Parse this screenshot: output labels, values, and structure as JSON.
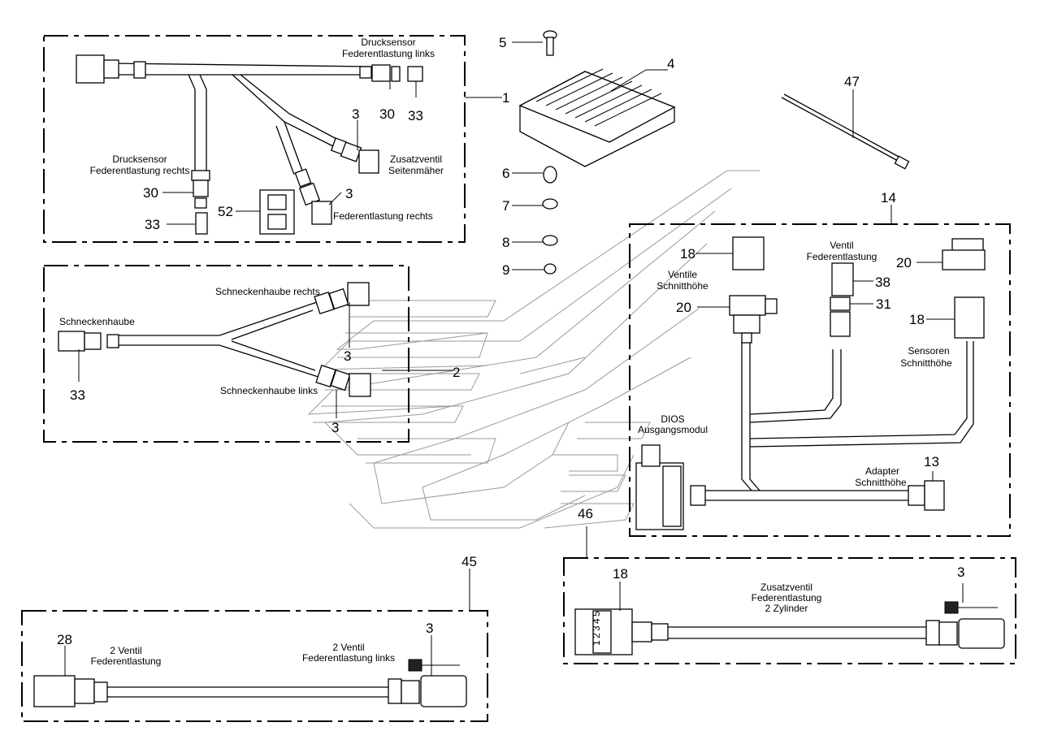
{
  "labels": {
    "drucksensor_links": [
      "Drucksensor",
      "Federentlastung links"
    ],
    "drucksensor_rechts": [
      "Drucksensor",
      "Federentlastung rechts"
    ],
    "zusatzventil_seitenmaeher": [
      "Zusatzventil",
      "Seitenmäher"
    ],
    "federentlastung_rechts": "Federentlastung rechts",
    "schneckenhaube_rechts": "Schneckenhaube rechts",
    "schneckenhaube": "Schneckenhaube",
    "schneckenhaube_links": "Schneckenhaube links",
    "ventile_schnitthoehe": [
      "Ventile",
      "Schnitthöhe"
    ],
    "ventil_federentlastung": [
      "Ventil",
      "Federentlastung"
    ],
    "sensoren_schnitthoehe": [
      "Sensoren",
      "Schnitthöhe"
    ],
    "dios_ausgangsmodul": [
      "DIOS",
      "Ausgangsmodul"
    ],
    "adapter_schnitthoehe": [
      "Adapter",
      "Schnitthöhe"
    ],
    "zusatzventil_2zylinder": [
      "Zusatzventil",
      "Federentlastung",
      "2 Zylinder"
    ],
    "zwei_ventil_federentlastung": [
      "2 Ventil",
      "Federentlastung"
    ],
    "zwei_ventil_federentlastung_links": [
      "2 Ventil",
      "Federentlastung links"
    ]
  },
  "part_numbers": {
    "n1": "1",
    "n2": "2",
    "n3": "3",
    "n4": "4",
    "n5": "5",
    "n6": "6",
    "n7": "7",
    "n8": "8",
    "n9": "9",
    "n13": "13",
    "n14": "14",
    "n18": "18",
    "n20": "20",
    "n28": "28",
    "n30": "30",
    "n31": "31",
    "n33": "33",
    "n38": "38",
    "n45": "45",
    "n46": "46",
    "n47": "47",
    "n52": "52"
  },
  "connector_pins": [
    "1",
    "2",
    "3",
    "4",
    "5"
  ]
}
